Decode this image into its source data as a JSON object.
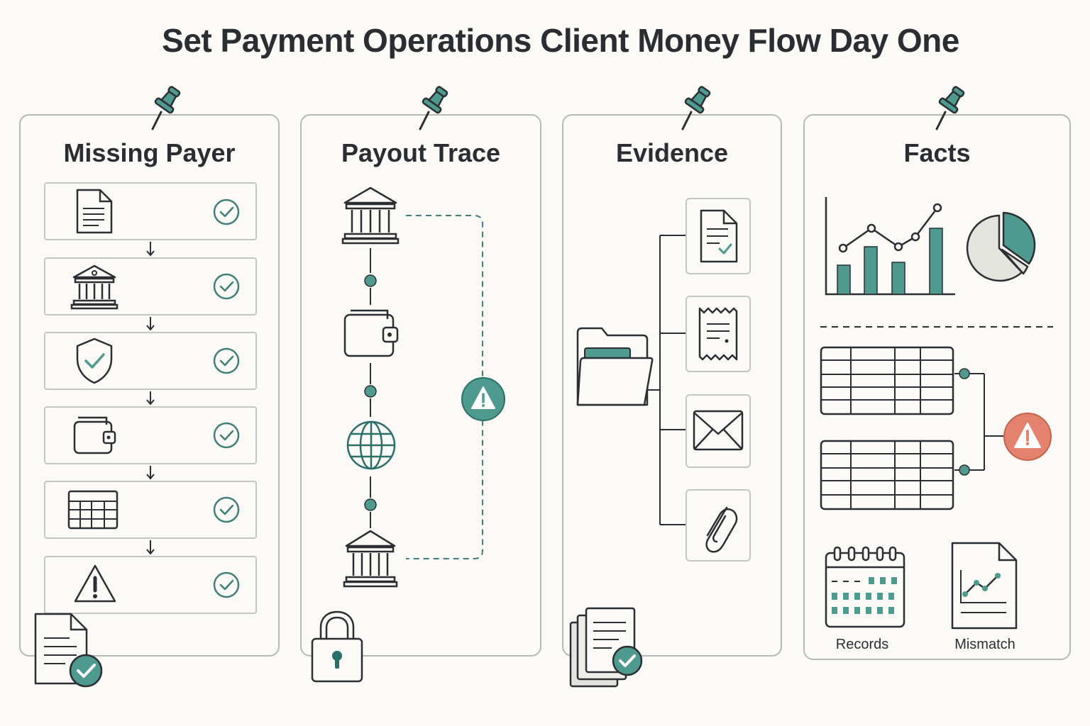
{
  "title": "Set Payment Operations Client Money Flow Day One",
  "colors": {
    "teal": "#4e9a8f",
    "dark": "#2b2f33",
    "coral": "#e3836d",
    "border": "#b9b9b4"
  },
  "panels": [
    {
      "title": "Missing Payer",
      "steps": [
        {
          "icon": "document-icon",
          "status": "check-icon"
        },
        {
          "icon": "bank-icon",
          "status": "check-icon"
        },
        {
          "icon": "shield-check-icon",
          "status": "check-icon"
        },
        {
          "icon": "wallet-icon",
          "status": "check-icon"
        },
        {
          "icon": "table-icon",
          "status": "check-icon"
        },
        {
          "icon": "warning-icon",
          "status": "check-icon"
        }
      ],
      "footer_icon": "document-check-icon"
    },
    {
      "title": "Payout Trace",
      "chain": [
        "bank-icon",
        "wallet-icon",
        "globe-icon",
        "bank-icon"
      ],
      "alert_icon": "warning-icon",
      "footer_icon": "padlock-icon"
    },
    {
      "title": "Evidence",
      "source_icon": "folder-icon",
      "items": [
        "document-check-icon",
        "receipt-icon",
        "envelope-icon",
        "paperclip-icon"
      ],
      "footer_icon": "stacked-documents-check-icon"
    },
    {
      "title": "Facts",
      "charts": [
        "bar-line-chart-icon",
        "pie-chart-icon"
      ],
      "tables": [
        "table-icon",
        "table-icon"
      ],
      "alert_icon": "warning-icon",
      "records_label": "Records",
      "mismatch_label": "Mismatch"
    }
  ]
}
